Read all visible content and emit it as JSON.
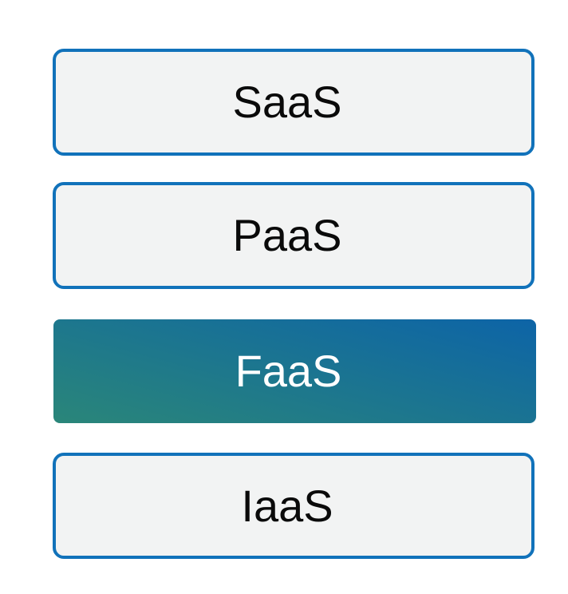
{
  "diagram": {
    "layers": [
      {
        "label": "SaaS",
        "variant": "outlined"
      },
      {
        "label": "PaaS",
        "variant": "outlined"
      },
      {
        "label": "FaaS",
        "variant": "highlighted"
      },
      {
        "label": "IaaS",
        "variant": "outlined"
      }
    ],
    "colors": {
      "border_blue": "#1172ba",
      "box_fill": "#f2f3f3",
      "label_text": "#0a0a0a",
      "highlight_gradient_start": "#0d64a7",
      "highlight_gradient_end": "#2a8679",
      "highlight_text": "#ffffff",
      "background": "#ffffff"
    }
  }
}
